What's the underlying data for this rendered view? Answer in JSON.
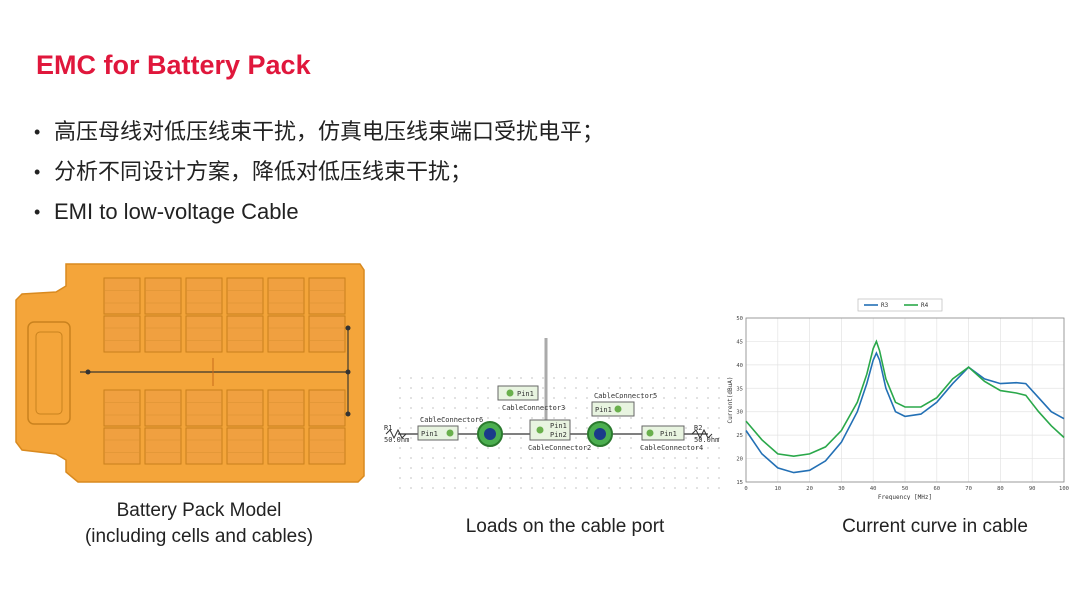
{
  "slide": {
    "title": "EMC for Battery Pack",
    "bullets": [
      "高压母线对低压线束干扰，仿真电压线束端口受扰电平；",
      "分析不同设计方案，降低对低压线束干扰；",
      "EMI to low-voltage Cable"
    ],
    "captions": {
      "pack_line1": "Battery Pack Model",
      "pack_line2": "(including cells and cables)",
      "loads": "Loads on the cable port",
      "current": "Current curve in cable"
    }
  },
  "schematic": {
    "labels": [
      "CableConnector3",
      "CableConnector6",
      "CableConnector5",
      "CableConnector2",
      "CableConnector4"
    ],
    "pin_label": "Pin1",
    "pin_label2": "Pin2",
    "resistor_left": "R1",
    "resistor_left_value": "50.0hm",
    "resistor_right": "R2",
    "resistor_right_value": "50.0hm"
  },
  "colors": {
    "title": "#e0173c",
    "pack": "#f4a53a",
    "R3": "#2370b5",
    "R4": "#2aa84a"
  },
  "chart_data": {
    "type": "line",
    "xlabel": "Frequency [MHz]",
    "ylabel": "Current(dBuA)",
    "xlim": [
      0,
      100
    ],
    "ylim": [
      15,
      50
    ],
    "xticks": [
      0,
      10,
      20,
      30,
      40,
      50,
      60,
      70,
      80,
      90,
      100
    ],
    "yticks": [
      15,
      20,
      25,
      30,
      35,
      40,
      45,
      50
    ],
    "grid": true,
    "legend": "top",
    "series": [
      {
        "name": "R3",
        "x": [
          0,
          5,
          10,
          15,
          20,
          25,
          30,
          35,
          38,
          40,
          41,
          42,
          44,
          47,
          50,
          55,
          60,
          65,
          70,
          75,
          80,
          85,
          88,
          92,
          96,
          100
        ],
        "y": [
          26,
          21,
          18,
          17,
          17.5,
          19.5,
          23.5,
          30,
          36,
          41,
          42.5,
          41,
          35,
          30,
          29,
          29.5,
          32,
          36,
          39.5,
          37,
          36,
          36.2,
          36,
          33,
          30,
          28.5
        ]
      },
      {
        "name": "R4",
        "x": [
          0,
          5,
          10,
          15,
          20,
          25,
          30,
          35,
          38,
          40,
          41,
          42,
          44,
          47,
          50,
          55,
          60,
          65,
          70,
          75,
          80,
          85,
          88,
          92,
          96,
          100
        ],
        "y": [
          28,
          24,
          21,
          20.5,
          21,
          22.5,
          26,
          32,
          38,
          43.5,
          45,
          43,
          37,
          32,
          31,
          31,
          33,
          37,
          39.5,
          36.5,
          34.5,
          34,
          33.5,
          30,
          27,
          24.5
        ]
      }
    ]
  }
}
